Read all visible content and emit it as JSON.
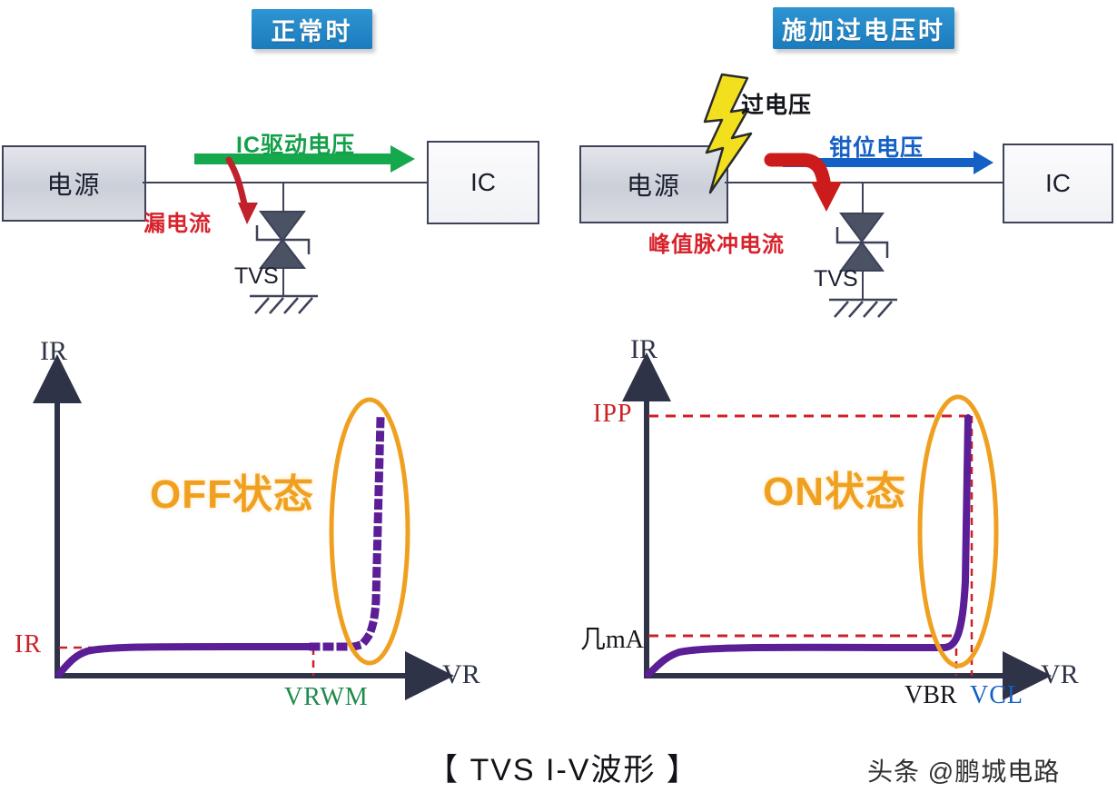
{
  "header": {
    "tabs": [
      {
        "label": "正常时",
        "name": "tab-normal"
      },
      {
        "label": "施加过电压时",
        "name": "tab-overvoltage"
      }
    ]
  },
  "circuit_left": {
    "source_label": "电源",
    "ic_label": "IC",
    "tvs_label": "TVS",
    "arrow_label": "IC驱动电压",
    "leak_label": "漏电流"
  },
  "circuit_right": {
    "source_label": "电源",
    "ic_label": "IC",
    "tvs_label": "TVS",
    "surge_label": "过电压",
    "clamp_label": "钳位电压",
    "peak_label": "峰值脉冲电流"
  },
  "chart_left": {
    "state_label": "OFF状态",
    "y_axis": "IR",
    "x_axis": "VR",
    "y_tick": "IR",
    "x_tick": "VRWM"
  },
  "chart_right": {
    "state_label": "ON状态",
    "y_axis": "IR",
    "x_axis": "VR",
    "y_tick_top": "IPP",
    "y_tick_low": "几mA",
    "x_tick_br": "VBR",
    "x_tick_cl": "VCL"
  },
  "footer": {
    "caption": "【 TVS I-V波形 】",
    "watermark": "头条 @鹏城电路"
  },
  "colors": {
    "tab_blue": "#1b7cbd",
    "accent_orange": "#f0a020",
    "curve_purple": "#5b1e96",
    "dashed_red": "#cc2027",
    "green": "#14a04a",
    "blue": "#1560c4",
    "axis_navy": "#2e3347",
    "lightning_yellow": "#f2e01e",
    "red_arrow": "#cc1b1b"
  },
  "chart_data": [
    {
      "type": "line",
      "title": "OFF状态",
      "xlabel": "VR",
      "ylabel": "IR",
      "grid": false,
      "legend": "none",
      "annotations": [
        "OFF状态",
        "IR",
        "VRWM"
      ],
      "series": [
        {
          "name": "leakage-region",
          "style": "solid",
          "color": "#5b1e96",
          "x": [
            0,
            0.02,
            0.05,
            0.09,
            0.14,
            0.2,
            0.35,
            0.5,
            0.62
          ],
          "y": [
            0,
            0.02,
            0.05,
            0.075,
            0.085,
            0.09,
            0.092,
            0.094,
            0.095
          ]
        },
        {
          "name": "breakdown-region",
          "style": "dotted",
          "color": "#5b1e96",
          "x": [
            0.62,
            0.68,
            0.72,
            0.755,
            0.775,
            0.782,
            0.785,
            0.786,
            0.787
          ],
          "y": [
            0.095,
            0.095,
            0.095,
            0.1,
            0.16,
            0.35,
            0.6,
            0.8,
            0.95
          ]
        }
      ],
      "markers": [
        {
          "name": "IR",
          "axis": "y",
          "value": 0.095,
          "style": "dashed",
          "color": "#cc2027"
        },
        {
          "name": "VRWM",
          "axis": "x",
          "value": 0.62,
          "style": "dashed",
          "color": "#cc2027"
        }
      ],
      "highlight": {
        "shape": "ellipse",
        "color": "#f0a020",
        "cx": 0.78,
        "cy": 0.55
      }
    },
    {
      "type": "line",
      "title": "ON状态",
      "xlabel": "VR",
      "ylabel": "IR",
      "grid": false,
      "legend": "none",
      "annotations": [
        "ON状态",
        "IPP",
        "几mA",
        "VBR",
        "VCL"
      ],
      "series": [
        {
          "name": "conduction-curve",
          "style": "solid",
          "color": "#5b1e96",
          "x": [
            0,
            0.03,
            0.07,
            0.12,
            0.2,
            0.4,
            0.62,
            0.7,
            0.735,
            0.75,
            0.757,
            0.76
          ],
          "y": [
            0,
            0.03,
            0.06,
            0.082,
            0.09,
            0.095,
            0.097,
            0.1,
            0.2,
            0.5,
            0.8,
            0.95
          ]
        }
      ],
      "markers": [
        {
          "name": "IPP",
          "axis": "y",
          "value": 0.95,
          "style": "dashed",
          "color": "#cc2027"
        },
        {
          "name": "几mA",
          "axis": "y",
          "value": 0.13,
          "style": "dashed",
          "color": "#cc2027"
        },
        {
          "name": "VBR",
          "axis": "x",
          "value": 0.715,
          "style": "dashed",
          "color": "#cc2027"
        },
        {
          "name": "VCL",
          "axis": "x",
          "value": 0.765,
          "style": "dashed",
          "color": "#cc2027"
        }
      ],
      "highlight": {
        "shape": "ellipse",
        "color": "#f0a020",
        "cx": 0.745,
        "cy": 0.55
      }
    }
  ]
}
